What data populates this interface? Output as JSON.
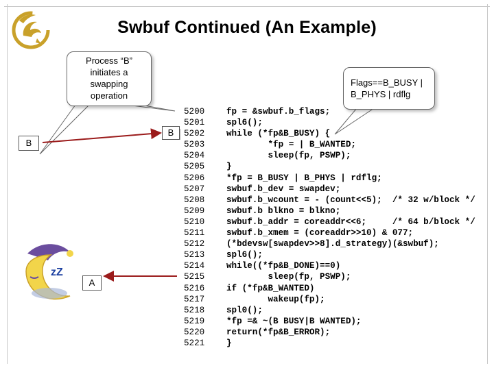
{
  "slide": {
    "title": "Swbuf  Continued (An Example)",
    "process_callout": [
      "Process “B”",
      "initiates a",
      "swapping",
      "operation"
    ],
    "flags_callout": [
      "Flags==B_BUSY |",
      "B_PHYS | rdflg"
    ],
    "label_b_left": "B",
    "label_b_right": "B",
    "label_a": "A",
    "code_lines": [
      {
        "num": "5200",
        "text": "fp = &swbuf.b_flags;"
      },
      {
        "num": "5201",
        "text": "spl6();"
      },
      {
        "num": "5202",
        "text": "while (*fp&B_BUSY) {"
      },
      {
        "num": "5203",
        "text": "        *fp = | B_WANTED;"
      },
      {
        "num": "5204",
        "text": "        sleep(fp, PSWP);"
      },
      {
        "num": "5205",
        "text": "}"
      },
      {
        "num": "5206",
        "text": "*fp = B_BUSY | B_PHYS | rdflg;"
      },
      {
        "num": "5207",
        "text": "swbuf.b_dev = swapdev;"
      },
      {
        "num": "5208",
        "text": "swbuf.b_wcount = - (count<<5);  /* 32 w/block */"
      },
      {
        "num": "5209",
        "text": "swbuf.b blkno = blkno;"
      },
      {
        "num": "5210",
        "text": "swbuf.b_addr = coreaddr<<6;     /* 64 b/block */"
      },
      {
        "num": "5211",
        "text": "swbuf.b_xmem = (coreaddr>>10) & 077;"
      },
      {
        "num": "5212",
        "text": "(*bdevsw[swapdev>>8].d_strategy)(&swbuf);"
      },
      {
        "num": "5213",
        "text": "spl6();"
      },
      {
        "num": "5214",
        "text": "while((*fp&B_DONE)==0)"
      },
      {
        "num": "5215",
        "text": "        sleep(fp, PSWP);"
      },
      {
        "num": "5216",
        "text": "if (*fp&B_WANTED)"
      },
      {
        "num": "5217",
        "text": "        wakeup(fp);"
      },
      {
        "num": "5218",
        "text": "spl0();"
      },
      {
        "num": "5219",
        "text": "*fp =& ~(B BUSY|B WANTED);"
      },
      {
        "num": "5220",
        "text": "return(*fp&B_ERROR);"
      },
      {
        "num": "5221",
        "text": "}"
      }
    ],
    "moon_text": "zZ",
    "colors": {
      "logo_gold": "#c9a12a",
      "arrow_red": "#9b1b1b",
      "moon_yellow": "#f2d54a",
      "moon_cap": "#6b4d9e"
    }
  }
}
